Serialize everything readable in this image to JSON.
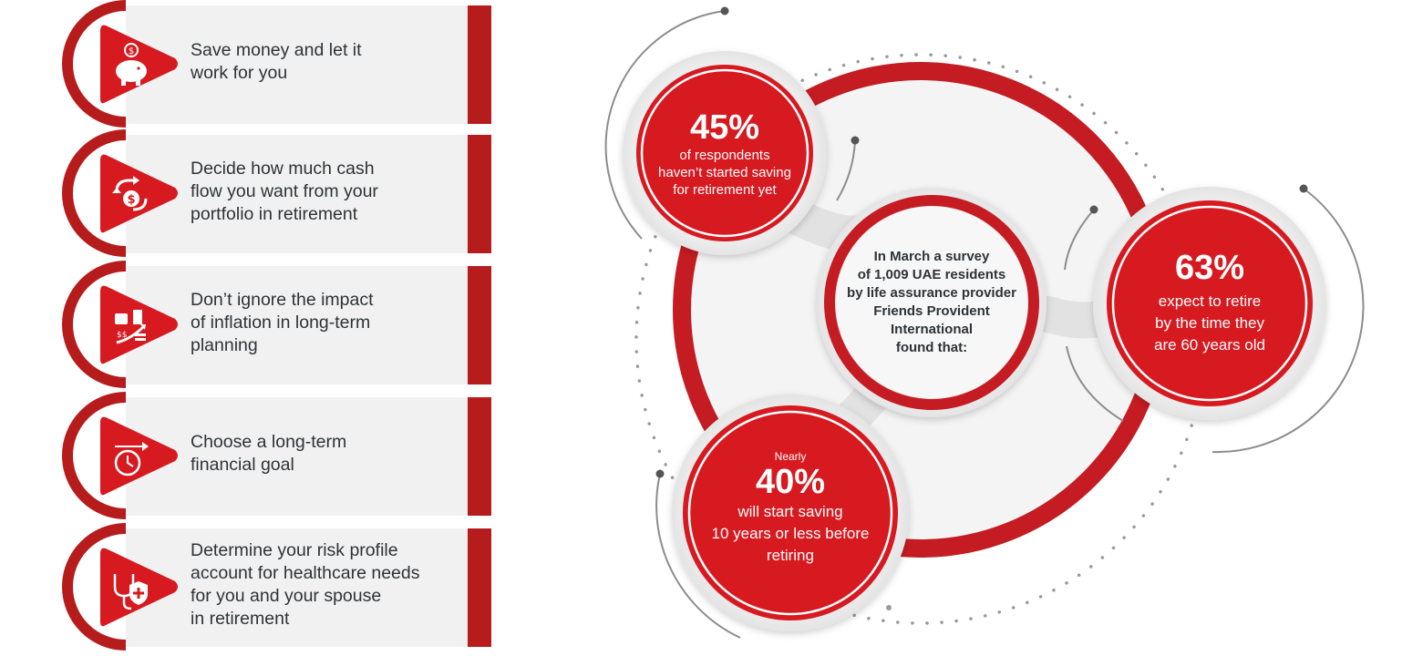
{
  "steps": [
    {
      "text": "Save money and let it\nwork for you",
      "icon": "piggy-bank-icon"
    },
    {
      "text": "Decide how much cash\nflow you want from your\nportfolio in retirement",
      "icon": "cash-flow-icon"
    },
    {
      "text": "Don’t ignore the impact\nof inflation in long-term\nplanning",
      "icon": "inflation-icon"
    },
    {
      "text": "Choose a long-term\nfinancial goal",
      "icon": "timer-goal-icon"
    },
    {
      "text": "Determine your risk profile\naccount for healthcare needs\nfor you and your spouse\nin retirement",
      "icon": "healthcare-icon"
    }
  ],
  "survey": {
    "intro": "In March a survey\nof 1,009 UAE residents\nby life assurance provider\nFriends Provident\nInternational\nfound that:",
    "stat_1": {
      "value": "45%",
      "text": "of respondents\nhaven’t started saving\nfor retirement yet"
    },
    "stat_2": {
      "value": "63%",
      "text": "expect to retire\nby the time they\nare 60 years old"
    },
    "stat_3": {
      "lead": "Nearly",
      "value": "40%",
      "text": "will start saving\n10 years or less before\nretiring"
    }
  },
  "colors": {
    "accent": "#d71920",
    "dark_red": "#b71c1c",
    "panel": "#f1f1f1",
    "text": "#2f3336"
  }
}
